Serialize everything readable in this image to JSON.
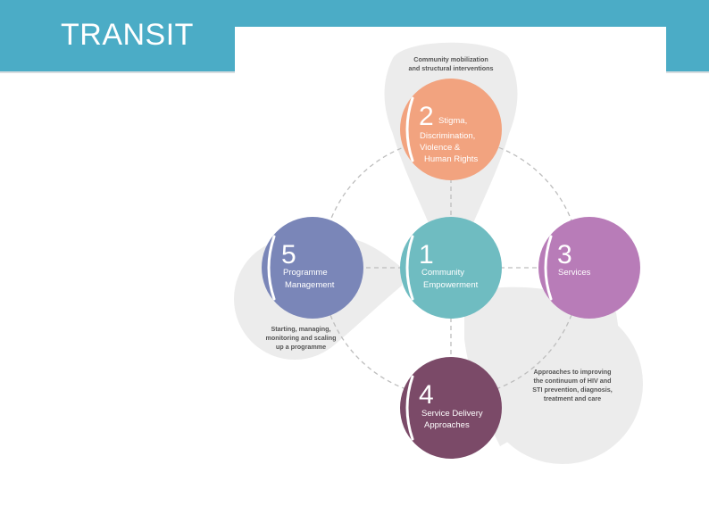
{
  "slide": {
    "title": "TRANSIT"
  },
  "diagram": {
    "top_annotation": [
      "Community mobilization",
      "and structural interventions"
    ],
    "left_annotation": [
      "Starting, managing,",
      "monitoring and scaling",
      "up a programme"
    ],
    "right_annotation": [
      "Approaches to improving",
      "the continuum of HIV and",
      "STI prevention, diagnosis,",
      "treatment and care"
    ],
    "nodes": [
      {
        "number": "1",
        "lines": [
          "Community",
          "Empowerment"
        ],
        "color": "#6fbcc1"
      },
      {
        "number": "2",
        "lines": [
          "Stigma,",
          "Discrimination,",
          "Violence &",
          "Human Rights"
        ],
        "color": "#f2a37f"
      },
      {
        "number": "3",
        "lines": [
          "Services"
        ],
        "color": "#b87cb8"
      },
      {
        "number": "4",
        "lines": [
          "Service Delivery",
          "Approaches"
        ],
        "color": "#7b4a68"
      },
      {
        "number": "5",
        "lines": [
          "Programme",
          "Management"
        ],
        "color": "#7a86b8"
      }
    ],
    "blob_color": "#ececec"
  }
}
